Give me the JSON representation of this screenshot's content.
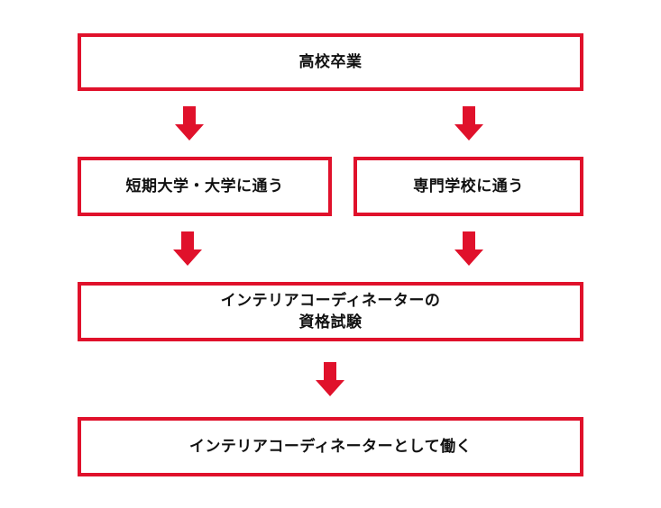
{
  "colors": {
    "box_border": "#e0112b",
    "arrow_fill": "#e0112b",
    "text": "#111111"
  },
  "flow": {
    "graduation": "高校卒業",
    "junior_college_university": "短期大学・大学に通う",
    "vocational_school": "専門学校に通う",
    "exam": {
      "line1": "インテリアコーディネーターの",
      "line2": "資格試験"
    },
    "work": "インテリアコーディネーターとして働く"
  }
}
